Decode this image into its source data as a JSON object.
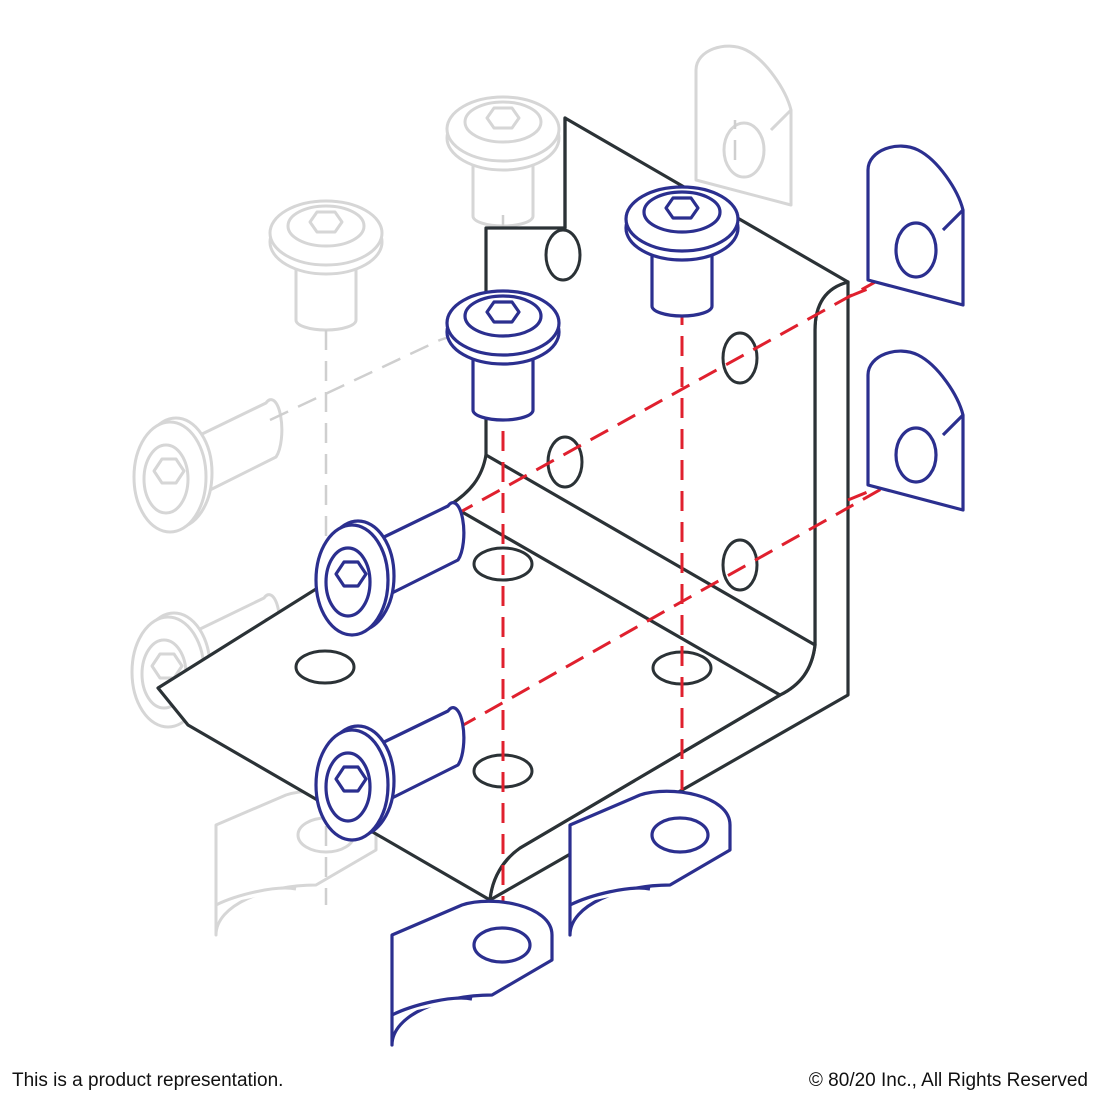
{
  "footer": {
    "left_text": "This is a product representation.",
    "right_text": "© 80/20 Inc., All Rights Reserved"
  },
  "colors": {
    "hardware_active": "#2b2f8f",
    "hardware_ghost": "#d6d6d6",
    "bracket_outline": "#2b3236",
    "assembly_axis": "#e0202e"
  },
  "parts": [
    "corner-bracket",
    "button-head-socket-cap-screw",
    "drop-in-t-nut"
  ]
}
